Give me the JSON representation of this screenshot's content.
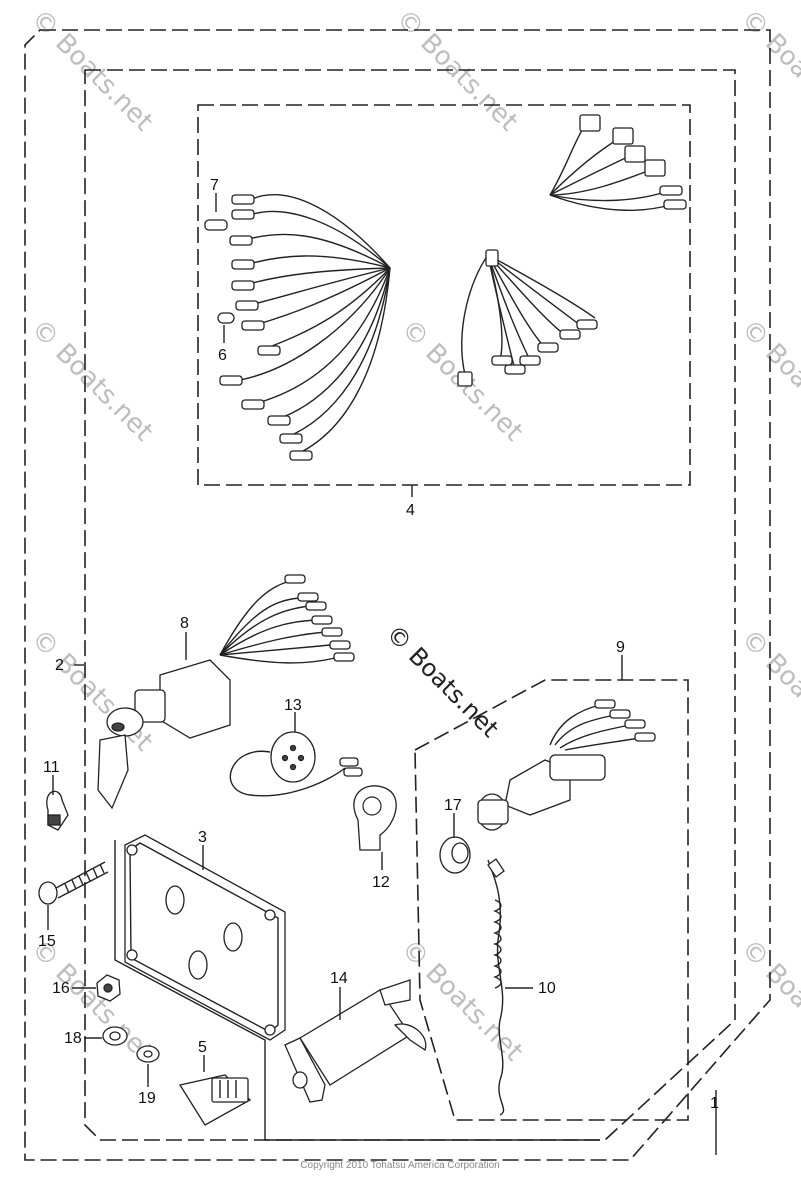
{
  "callouts": {
    "c1": "1",
    "c2": "2",
    "c3": "3",
    "c4": "4",
    "c5": "5",
    "c6": "6",
    "c7": "7",
    "c8": "8",
    "c9": "9",
    "c10": "10",
    "c11": "11",
    "c12": "12",
    "c13": "13",
    "c14": "14",
    "c15": "15",
    "c16": "16",
    "c17": "17",
    "c18": "18",
    "c19": "19"
  },
  "watermark": "© Boats.net",
  "center_watermark": "© Boats.net",
  "copyright": "Copyright 2010 Tohatsu America Corporation"
}
